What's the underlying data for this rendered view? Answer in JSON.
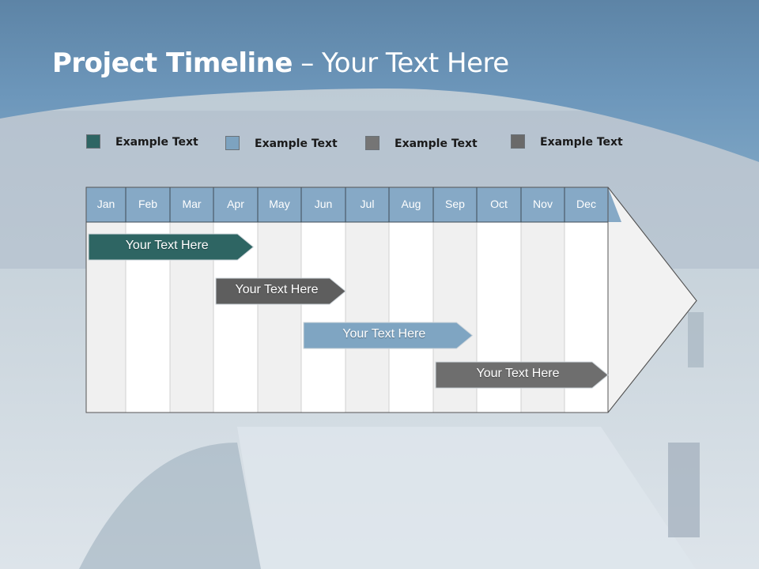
{
  "slide": {
    "title_bold": "Project Timeline",
    "title_rest": " – Your Text Here"
  },
  "colors": {
    "teal": "#2e6563",
    "light_blue": "#7da3c0",
    "mid_gray": "#757575",
    "dark_gray": "#6a6a6a",
    "header_blue": "#6f99bb",
    "month_header": "#86a9c6"
  },
  "legend": [
    {
      "label": "Example Text",
      "color": "#2e6563"
    },
    {
      "label": "Example Text",
      "color": "#7da3c0"
    },
    {
      "label": "Example Text",
      "color": "#757575"
    },
    {
      "label": "Example Text",
      "color": "#6a6a6a"
    }
  ],
  "timeline": {
    "months": [
      "Jan",
      "Feb",
      "Mar",
      "Apr",
      "May",
      "Jun",
      "Jul",
      "Aug",
      "Sep",
      "Oct",
      "Nov",
      "Dec"
    ],
    "tasks": [
      {
        "label": "Your  Text Here",
        "start": 1,
        "end": 4.9,
        "color": "#2e6563"
      },
      {
        "label": "Your  Text Here",
        "start": 4,
        "end": 7,
        "color": "#5e5e5e"
      },
      {
        "label": "Your  Text Here",
        "start": 6,
        "end": 9.9,
        "color": "#7fa5c2"
      },
      {
        "label": "Your  Text Here",
        "start": 9,
        "end": 13,
        "color": "#6e6e6e"
      }
    ]
  }
}
